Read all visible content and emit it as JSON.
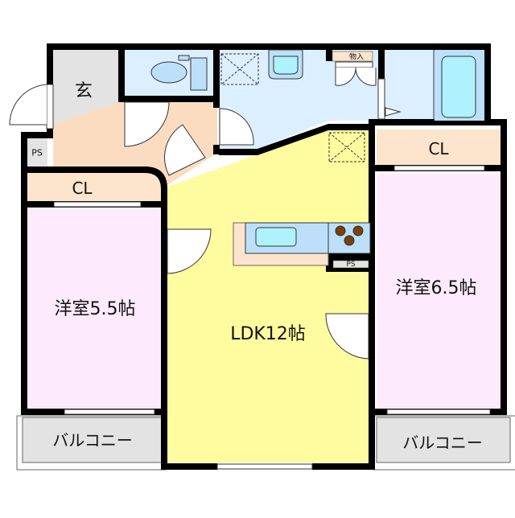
{
  "floor_plan": {
    "rooms": {
      "entrance": {
        "label": "玄",
        "color": "#e3e3e3"
      },
      "hallway": {
        "color": "#fcdcc0"
      },
      "toilet": {
        "color": "#dcefff"
      },
      "washroom": {
        "color": "#dcefff"
      },
      "storage": {
        "label": "物入",
        "color": "#fde4cc"
      },
      "bathroom": {
        "color": "#dcefff"
      },
      "closet_left": {
        "label": "CL",
        "color": "#fde4cc"
      },
      "closet_right": {
        "label": "CL",
        "color": "#fde4cc"
      },
      "ps_left": {
        "label": "PS",
        "color": "#e3e3e3"
      },
      "ps_kitchen": {
        "label": "PS",
        "color": "#e3e3e3"
      },
      "bedroom_left": {
        "label": "洋室5.5帖",
        "color": "#fdebfd"
      },
      "bedroom_right": {
        "label": "洋室6.5帖",
        "color": "#fdebfd"
      },
      "ldk": {
        "label": "LDK12帖",
        "color": "#fffb9f"
      },
      "balcony_left": {
        "label": "バルコニー",
        "color": "#e3e3e3"
      },
      "balcony_right": {
        "label": "バルコニー",
        "color": "#e3e3e3"
      }
    },
    "fixtures": {
      "sink_color": "#aef2fd",
      "counter_color": "#bde0fa",
      "stove_burner_color": "#7a3f10",
      "wall_color": "#000000"
    }
  }
}
